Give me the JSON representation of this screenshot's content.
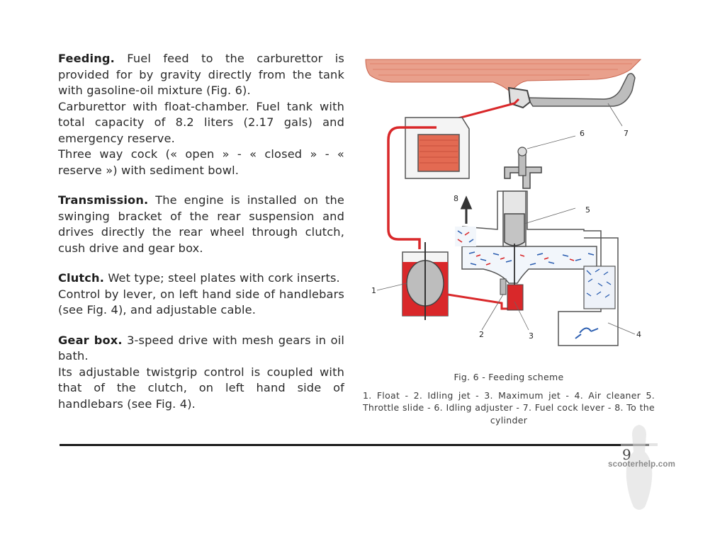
{
  "sections": [
    {
      "heading": "Feeding.",
      "paragraphs": [
        "Fuel feed to the carburettor is provided for by gravity directly from the tank with gasoline-oil mixture (Fig. 6).",
        "Carburettor with float-chamber. Fuel tank with total capacity of 8.2 liters (2.17 gals) and emergency reserve.",
        "Three way cock (« open » - « closed » - « reserve ») with sediment bowl."
      ]
    },
    {
      "heading": "Transmission.",
      "paragraphs": [
        "The engine is installed on the swinging bracket of the rear suspension and drives directly the rear wheel through clutch, cush drive and gear box."
      ]
    },
    {
      "heading": "Clutch.",
      "paragraphs": [
        "Wet type; steel plates with cork inserts.",
        "Control by lever, on left hand side of handlebars (see Fig. 4), and adjustable cable."
      ]
    },
    {
      "heading": "Gear box.",
      "paragraphs": [
        "3-speed drive with mesh gears in oil bath.",
        "Its adjustable twistgrip control is coupled with that of the clutch, on left hand side of handlebars (see Fig. 4)."
      ]
    }
  ],
  "figure": {
    "caption": "Fig. 6 - Feeding scheme",
    "legend": "1. Float - 2. Idling jet - 3. Maximum jet - 4. Air cleaner 5. Throttle slide - 6. Idling adjuster - 7. Fuel cock lever - 8. To the cylinder",
    "callouts": {
      "n1": "1",
      "n2": "2",
      "n3": "3",
      "n4": "4",
      "n5": "5",
      "n6": "6",
      "n7": "7",
      "n8": "8"
    },
    "colors": {
      "fuel": "#d9282a",
      "fuel_light": "#e8836f",
      "air": "#2a5db0",
      "metal": "#9a9a9a"
    }
  },
  "page_number": "9",
  "watermark": "scooterhelp.com"
}
